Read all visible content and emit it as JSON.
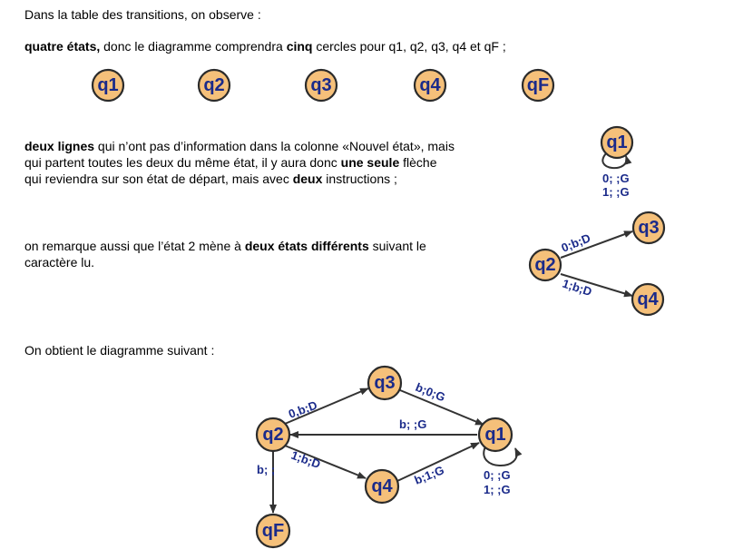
{
  "intro": "Dans la table des transitions, on observe :",
  "p1": {
    "bold1": "quatre états,",
    "t1": " donc le diagramme comprendra ",
    "bold2": "cinq",
    "t2": " cercles pour q1, q2, q3, q4 et qF ;"
  },
  "states": [
    "q1",
    "q2",
    "q3",
    "q4",
    "qF"
  ],
  "p2": {
    "bold1": "deux lignes",
    "t1": " qui n’ont pas d’information dans la colonne «Nouvel état», mais",
    "line2": "qui partent toutes les deux du même état, il y aura donc ",
    "bold2": "une seule",
    "t2": " flèche",
    "line3": "qui reviendra sur son état de départ, mais avec ",
    "bold3": "deux",
    "t3": " instructions ;"
  },
  "p3": {
    "t1": "on remarque aussi que l’état 2 mène à ",
    "bold1": "deux états différents",
    "t2": " suivant le",
    "line2": "caractère lu."
  },
  "conclusion": "On obtient le diagramme suivant :",
  "example1": {
    "state": "q1",
    "label1": "0; ;G",
    "label2": "1; ;G"
  },
  "example2": {
    "from": "q2",
    "to_top": "q3",
    "to_bottom": "q4",
    "label_top": "0;b;D",
    "label_bottom": "1;b;D"
  },
  "diagram": {
    "states": {
      "q1": "q1",
      "q2": "q2",
      "q3": "q3",
      "q4": "q4",
      "qF": "qF"
    },
    "edges": {
      "q2_q3": "0,b;D",
      "q3_q1": "b;0;G",
      "q1_q2": "b; ;G",
      "q2_q4": "1;b;D",
      "q4_q1": "b;1;G",
      "q2_qF": "b; ;",
      "q1_loop_1": "0; ;G",
      "q1_loop_2": "1; ;G"
    }
  },
  "colors": {
    "state_fill": "#f5c07a",
    "state_stroke": "#2b2b2b",
    "state_text": "#1a2a8a",
    "arrow": "#333333",
    "edge_text": "#1a2a8a"
  }
}
